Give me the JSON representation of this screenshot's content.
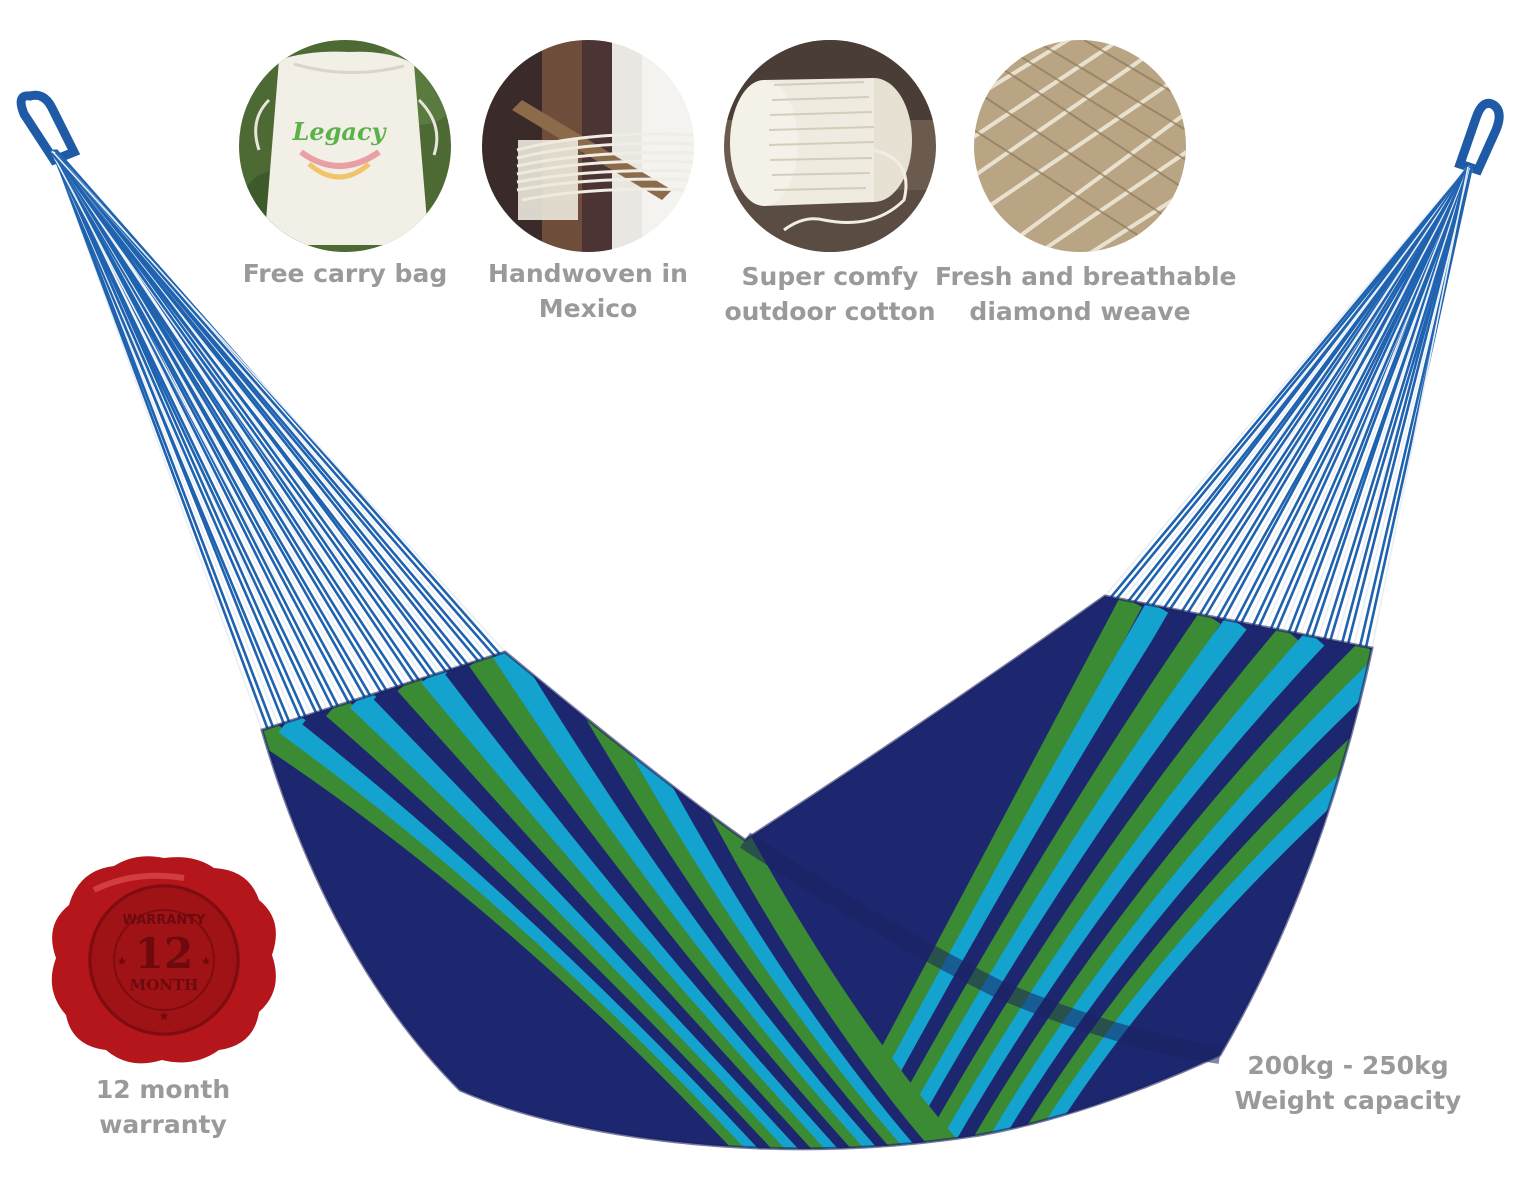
{
  "features": [
    {
      "icon": "carry-bag-photo",
      "lines": [
        "Free carry bag"
      ],
      "bag_text": "Legacy"
    },
    {
      "icon": "loom-photo",
      "lines": [
        "Handwoven in",
        "Mexico"
      ]
    },
    {
      "icon": "cotton-spool-photo",
      "lines": [
        "Super comfy",
        "outdoor cotton"
      ]
    },
    {
      "icon": "diamond-weave-photo",
      "lines": [
        "Fresh and breathable",
        "diamond weave"
      ]
    }
  ],
  "warranty": {
    "seal_top": "WARRANTY",
    "seal_number": "12",
    "seal_word": "MONTH",
    "label_lines": [
      "12 month",
      "warranty"
    ]
  },
  "weight": {
    "label_lines": [
      "200kg - 250kg",
      "Weight capacity"
    ]
  },
  "colors": {
    "text_gray": "#9a9a9a",
    "hammock_blue": "#1f63b0",
    "hammock_navy": "#1d2770",
    "hammock_turquoise": "#14a3cf",
    "hammock_green": "#3b8a34",
    "seal_red": "#b5161b"
  }
}
